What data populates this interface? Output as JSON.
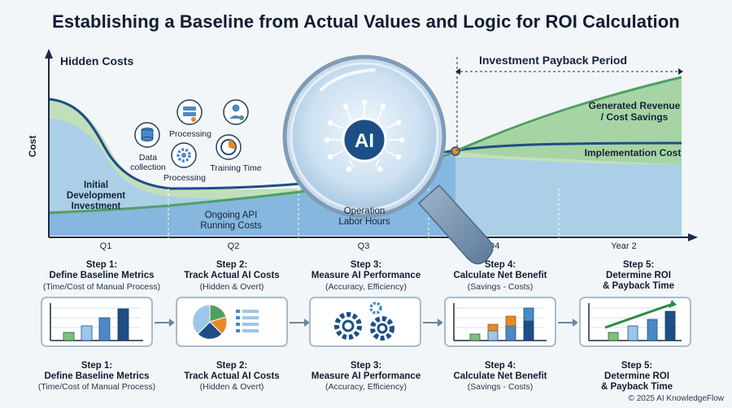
{
  "title": "Establishing a Baseline from Actual Values and Logic for ROI Calculation",
  "chart": {
    "hidden_costs": "Hidden Costs",
    "payback_period": "Investment Payback Period",
    "y_axis": "Cost",
    "x_ticks": [
      "Q1",
      "Q2",
      "Q3",
      "Q4",
      "Year 2"
    ],
    "initial_dev": [
      "Initial",
      "Development",
      "Investment"
    ],
    "data_collection": [
      "Data",
      "collection"
    ],
    "processing_top": "Processing",
    "processing_bottom": "Processing",
    "training_time": "Training Time",
    "ongoing_api": [
      "Ongoing API",
      "Running Costs"
    ],
    "operation_labor": [
      "Operation",
      "Labor Hours"
    ],
    "ai_label": "AI",
    "generated_revenue": [
      "Generated Revenue",
      "/ Cost Savings"
    ],
    "implementation_cost": "Implementation Cost"
  },
  "steps": [
    {
      "step": "Step 1:",
      "name": "Define Baseline Metrics",
      "detail": "(Time/Cost of Manual Process)"
    },
    {
      "step": "Step 2:",
      "name": "Track Actual AI Costs",
      "detail": "(Hidden & Overt)"
    },
    {
      "step": "Step 3:",
      "name": "Measure AI Performance",
      "detail": "(Accuracy, Efficiency)"
    },
    {
      "step": "Step 4:",
      "name": "Calculate Net Benefit",
      "detail": "(Savings - Costs)"
    },
    {
      "step": "Step 5:",
      "name": "Determine ROI",
      "detail": "& Payback Time"
    }
  ],
  "copyright": "© 2025 AI KnowledgeFlow",
  "colors": {
    "navy": "#1d4f86",
    "blue": "#4a89c5",
    "green": "#4fa063",
    "orange": "#e8882a",
    "light_blue": "#9ec6e8",
    "light_green": "#a9d4a8"
  }
}
